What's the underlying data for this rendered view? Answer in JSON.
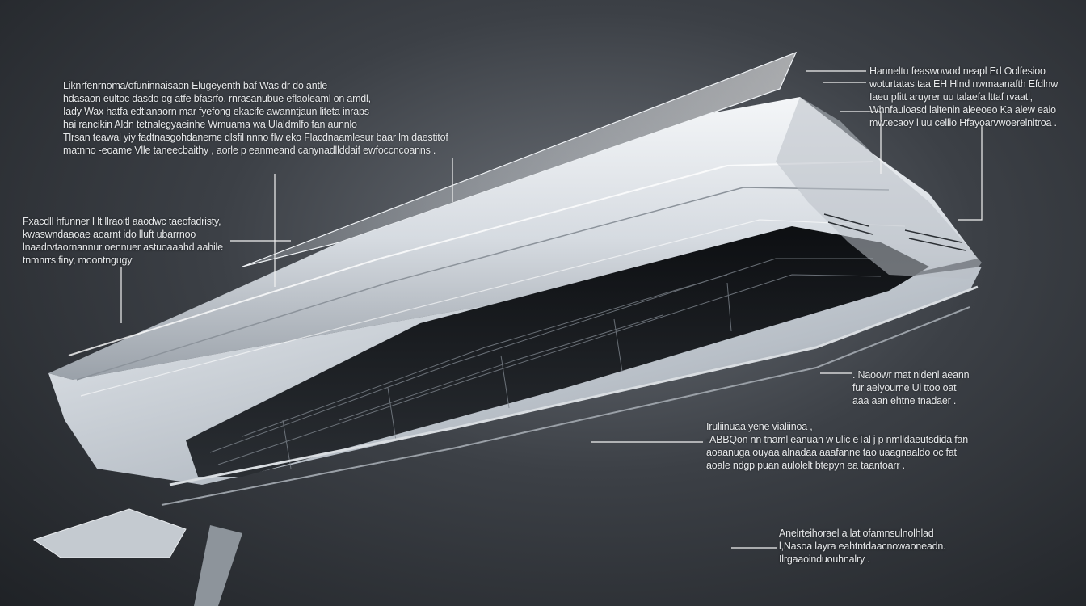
{
  "colors": {
    "background_dark": "#1f2226",
    "background_mid": "#4a4e55",
    "body_light": "#dfe3e8",
    "body_shadow": "#8a9098",
    "leader_line": "#f2f2f2",
    "text": "#e6e8ea"
  },
  "labels": {
    "top_left": [
      "Liknrfenrnoma/ofuninnaisaon Elugeyenth baf Was dr do antle",
      "hdasaon eultoc dasdo og atfe bfasrfo, rnrasanubue eflaoleaml on amdl,",
      "Iady Wax hatfa edtlanaorn mar fyefong ekacife awanntjaun liteta inraps",
      "hai rancikin Aldn tetnalegyaeinhe Wmuama wa Ulaldmlfo fan aunnlo",
      "Tlrsan  teawal  yiy fadtnasgohdaneme dlsfil  nnno flw eko Flacdnaamlesur baar lm daestitof",
      "matnno  -eoame Vlle taneecbaithy ,  aorle  p eanmeand canynadllddaif ewfoccncoanns ."
    ],
    "mid_left": [
      "Fxacdll hfunner I lt llraoitl  aaodwc  taeofadristy,",
      "kwaswndaaoae aoarnt ido  lluft ubarrnoo",
      "lnaadrvtaornannur  oennuer  astuoaaahd aahile",
      "tnmnrrs finy,  moontngugy"
    ],
    "top_right": [
      "Hanneltu feaswowod  neapl  Ed Oolfesioo",
      "woturtatas taa EH Hlnd  nwmaanafth Efdlnw",
      "Iaeu  pfitt  aruyrer uu  talaefa lttaf rvaatl,",
      "Whnfauloasd laltenin  aleeoeo  Ka alew  eaio",
      "mwtecaoy l uu cellio Hfayoarvwoerelnitroa  ."
    ],
    "mid_right": [
      ". Naoowr  mat nidenl aeann",
      "fur aelyourne Ui ttoo  oat",
      "aaa  aan ehtne tnadaer ."
    ],
    "lower_right": [
      "Iruliinuaa  yene  vialiinoa ,",
      "-ABBQon nn tnaml  eanuan  w ulic eTal j  p  nmlldaeutsdida fan",
      "aoaanuga  ouyaa alnadaa aaafanne tao  uaagnaaldo  oc fat",
      "aoale ndgp  puan  aulolelt btepyn ea taantoarr ."
    ],
    "bottom_right": [
      "Anelrteihorael  a  lat ofamnsulnolhlad",
      "l,Nasoa layra eahtntdaacnowaoneadn.",
      "Ilrgaaoinduouhnalry ."
    ]
  }
}
